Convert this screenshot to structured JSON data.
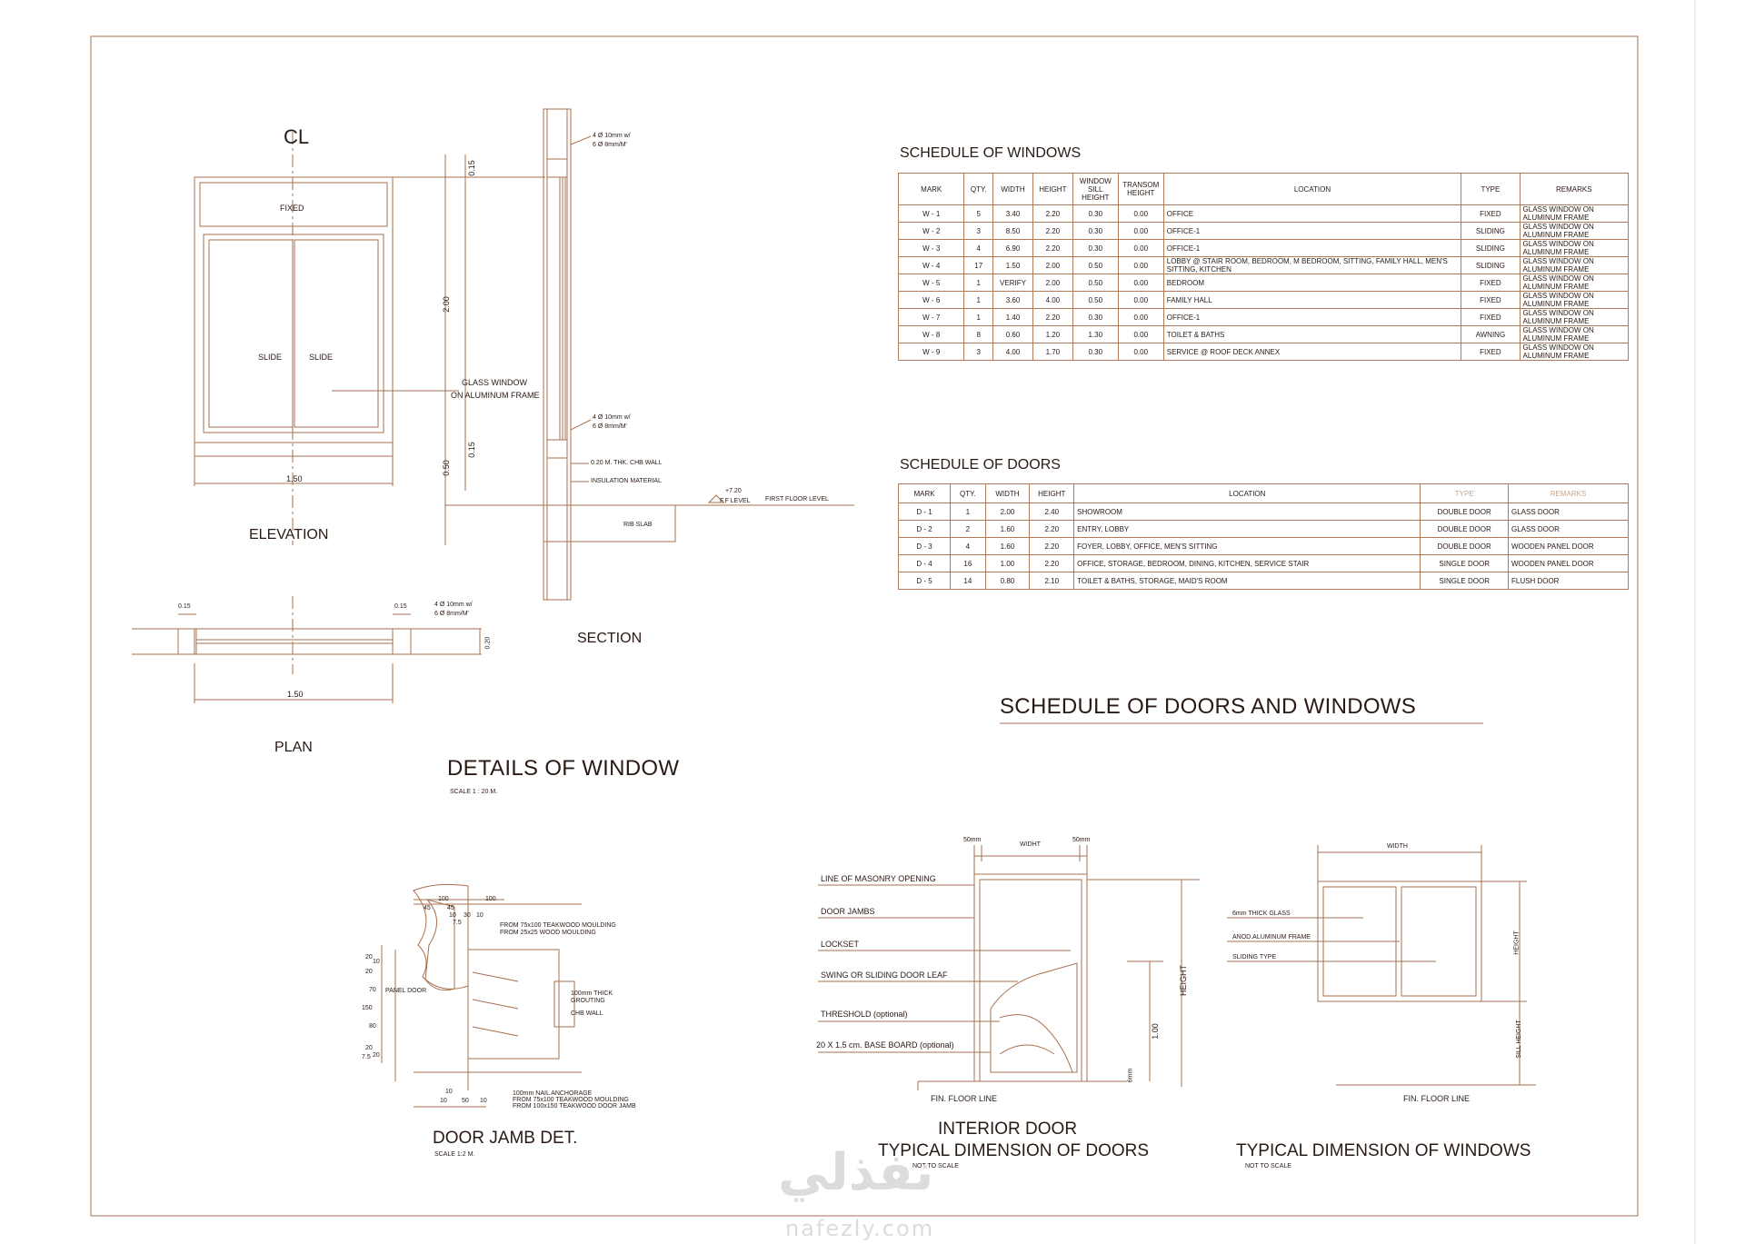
{
  "details_of_window": {
    "title": "DETAILS OF WINDOW",
    "scale": "SCALE 1 : 20 M.",
    "elevation": {
      "title": "ELEVATION",
      "fixed": "FIXED",
      "slide_left": "SLIDE",
      "slide_right": "SLIDE",
      "width": "1.50",
      "height": "2.00",
      "sill": "0.50",
      "top": "0.15",
      "bottom": "0.15",
      "glass_1": "GLASS WINDOW",
      "glass_2": "ON ALUMINUM FRAME",
      "cl": "CL"
    },
    "section": {
      "title": "SECTION",
      "rebar_top_1": "4 Ø 10mm w/",
      "rebar_top_2": "6 Ø 8mm/M'",
      "rebar_bot_1": "4 Ø 10mm w/",
      "rebar_bot_2": "6 Ø 8mm/M'",
      "chb_wall": "0.20 M. THK. CHB WALL",
      "insulation": "INSULATION MATERIAL",
      "level_1": "+7.20",
      "level_2": "F.F LEVEL",
      "first_floor": "FIRST FLOOR LEVEL",
      "rib_slab": "RIB SLAB"
    },
    "plan": {
      "title": "PLAN",
      "left_dim": "0.15",
      "right_dim": "0.15",
      "width": "1.50",
      "depth": "0.20",
      "rebar_1": "4 Ø 10mm w/",
      "rebar_2": "6 Ø 8mm/M'"
    }
  },
  "schedule_of_windows": {
    "title": "SCHEDULE OF WINDOWS",
    "headers": [
      "MARK",
      "QTY.",
      "WIDTH",
      "HEIGHT",
      "WINDOW SILL HEIGHT",
      "TRANSOM HEIGHT",
      "LOCATION",
      "TYPE",
      "REMARKS"
    ],
    "rows": [
      [
        "W - 1",
        "5",
        "3.40",
        "2.20",
        "0.30",
        "0.00",
        "OFFICE",
        "FIXED",
        "GLASS WINDOW ON ALUMINUM FRAME"
      ],
      [
        "W - 2",
        "3",
        "8.50",
        "2.20",
        "0.30",
        "0.00",
        "OFFICE-1",
        "SLIDING",
        "GLASS WINDOW ON ALUMINUM FRAME"
      ],
      [
        "W - 3",
        "4",
        "6.90",
        "2.20",
        "0.30",
        "0.00",
        "OFFICE-1",
        "SLIDING",
        "GLASS WINDOW ON ALUMINUM FRAME"
      ],
      [
        "W - 4",
        "17",
        "1.50",
        "2.00",
        "0.50",
        "0.00",
        "LOBBY @ STAIR ROOM, BEDROOM, M BEDROOM, SITTING, FAMILY HALL, MEN'S SITTING, KITCHEN",
        "SLIDING",
        "GLASS WINDOW ON ALUMINUM FRAME"
      ],
      [
        "W - 5",
        "1",
        "VERIFY",
        "2.00",
        "0.50",
        "0.00",
        "BEDROOM",
        "FIXED",
        "GLASS WINDOW ON ALUMINUM FRAME"
      ],
      [
        "W - 6",
        "1",
        "3.60",
        "4.00",
        "0.50",
        "0.00",
        "FAMILY HALL",
        "FIXED",
        "GLASS WINDOW ON ALUMINUM FRAME"
      ],
      [
        "W - 7",
        "1",
        "1.40",
        "2.20",
        "0.30",
        "0.00",
        "OFFICE-1",
        "FIXED",
        "GLASS WINDOW ON ALUMINUM FRAME"
      ],
      [
        "W - 8",
        "8",
        "0.60",
        "1.20",
        "1.30",
        "0.00",
        "TOILET & BATHS",
        "AWNING",
        "GLASS WINDOW ON ALUMINUM FRAME"
      ],
      [
        "W - 9",
        "3",
        "4.00",
        "1.70",
        "0.30",
        "0.00",
        "SERVICE @ ROOF DECK ANNEX",
        "FIXED",
        "GLASS WINDOW ON ALUMINUM FRAME"
      ]
    ]
  },
  "schedule_of_doors": {
    "title": "SCHEDULE OF DOORS",
    "headers": [
      "MARK",
      "QTY.",
      "WIDTH",
      "HEIGHT",
      "LOCATION",
      "TYPE",
      "REMARKS"
    ],
    "rows": [
      [
        "D - 1",
        "1",
        "2.00",
        "2.40",
        "SHOWROOM",
        "DOUBLE DOOR",
        "GLASS DOOR"
      ],
      [
        "D - 2",
        "2",
        "1.60",
        "2.20",
        "ENTRY, LOBBY",
        "DOUBLE DOOR",
        "GLASS DOOR"
      ],
      [
        "D - 3",
        "4",
        "1.60",
        "2.20",
        "FOYER, LOBBY, OFFICE, MEN'S SITTING",
        "DOUBLE DOOR",
        "WOODEN PANEL DOOR"
      ],
      [
        "D - 4",
        "16",
        "1.00",
        "2.20",
        "OFFICE, STORAGE, BEDROOM, DINING, KITCHEN, SERVICE STAIR",
        "SINGLE  DOOR",
        "WOODEN PANEL DOOR"
      ],
      [
        "D - 5",
        "14",
        "0.80",
        "2.10",
        "TOILET & BATHS, STORAGE, MAID'S ROOM",
        "SINGLE  DOOR",
        "FLUSH  DOOR"
      ]
    ]
  },
  "main_title": "SCHEDULE OF DOORS AND WINDOWS",
  "door_jamb": {
    "title": "DOOR JAMB DET.",
    "scale": "SCALE 1:2 M.",
    "top_dims": [
      "100",
      "100",
      "45",
      "45",
      "10",
      "30",
      "10",
      "7.5"
    ],
    "left_dims": [
      "20",
      "10",
      "20",
      "70",
      "150",
      "80",
      "20",
      "20",
      "7.5"
    ],
    "bottom_dims": [
      "10",
      "10",
      "50",
      "10"
    ],
    "note_top_1": "FROM 75x100 TEAKWOOD MOULDING",
    "note_top_2": "FROM 25x25 WOOD MOULDING",
    "panel_door": "PANEL DOOR",
    "grouting_1": "100mm THICK",
    "grouting_2": "GROUTING",
    "chb_wall": "CHB WALL",
    "note_bot_1": "100mm NAIL ANCHORAGE",
    "note_bot_2": "FROM 75x100 TEAKWOOD MOULDING",
    "note_bot_3": "FROM 100x150 TEAKWOOD DOOR JAMB"
  },
  "interior_door": {
    "title_1": "INTERIOR DOOR",
    "title_2": "TYPICAL DIMENSION OF DOORS",
    "not_to_scale": "NOT TO SCALE",
    "dim_left": "50mm",
    "dim_width": "WIDHT",
    "dim_right": "50mm",
    "height": "HEIGHT",
    "sill": "1.00",
    "base": "6mm",
    "labels": [
      "LINE OF MASONRY OPENING",
      "DOOR JAMBS",
      "LOCKSET",
      "SWING OR SLIDING DOOR LEAF",
      "THRESHOLD (optional)",
      "20 X 1.5 cm. BASE BOARD (optional)"
    ],
    "floor": "FIN. FLOOR LINE"
  },
  "typical_window": {
    "title": "TYPICAL DIMENSION OF WINDOWS",
    "not_to_scale": "NOT TO SCALE",
    "width": "WIDTH",
    "height": "HEIGHT",
    "sill": "SILL HEIGHT",
    "labels": [
      "6mm THICK GLASS",
      "ANOD.ALUMINUM FRAME",
      "SLIDING TYPE"
    ],
    "floor": "FIN. FLOOR LINE"
  },
  "watermark": {
    "arabic": "نفذلي",
    "latin": "nafezly.com"
  },
  "colors": {
    "line": "#a8704f",
    "text": "#2a1a14",
    "border": "#b07a5a"
  }
}
